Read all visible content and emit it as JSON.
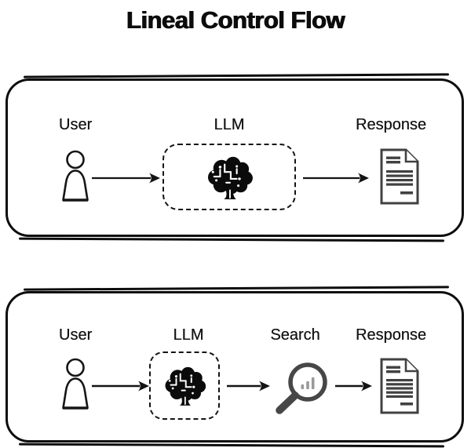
{
  "title": "Lineal Control Flow",
  "colors": {
    "ink": "#141414",
    "panel_border": "#0d0d0d",
    "icon_gray": "#414141",
    "chart_bars_gray": "#9a9a9a",
    "background": "#ffffff"
  },
  "panels": [
    {
      "name": "direct-flow",
      "nodes": [
        {
          "label": "User",
          "icon": "user-icon"
        },
        {
          "label": "LLM",
          "icon": "brain-icon",
          "boxed": true
        },
        {
          "label": "Response",
          "icon": "document-icon"
        }
      ]
    },
    {
      "name": "tool-flow",
      "nodes": [
        {
          "label": "User",
          "icon": "user-icon"
        },
        {
          "label": "LLM",
          "icon": "brain-icon",
          "boxed": true
        },
        {
          "label": "Search",
          "icon": "search-icon"
        },
        {
          "label": "Response",
          "icon": "document-icon"
        }
      ]
    }
  ]
}
